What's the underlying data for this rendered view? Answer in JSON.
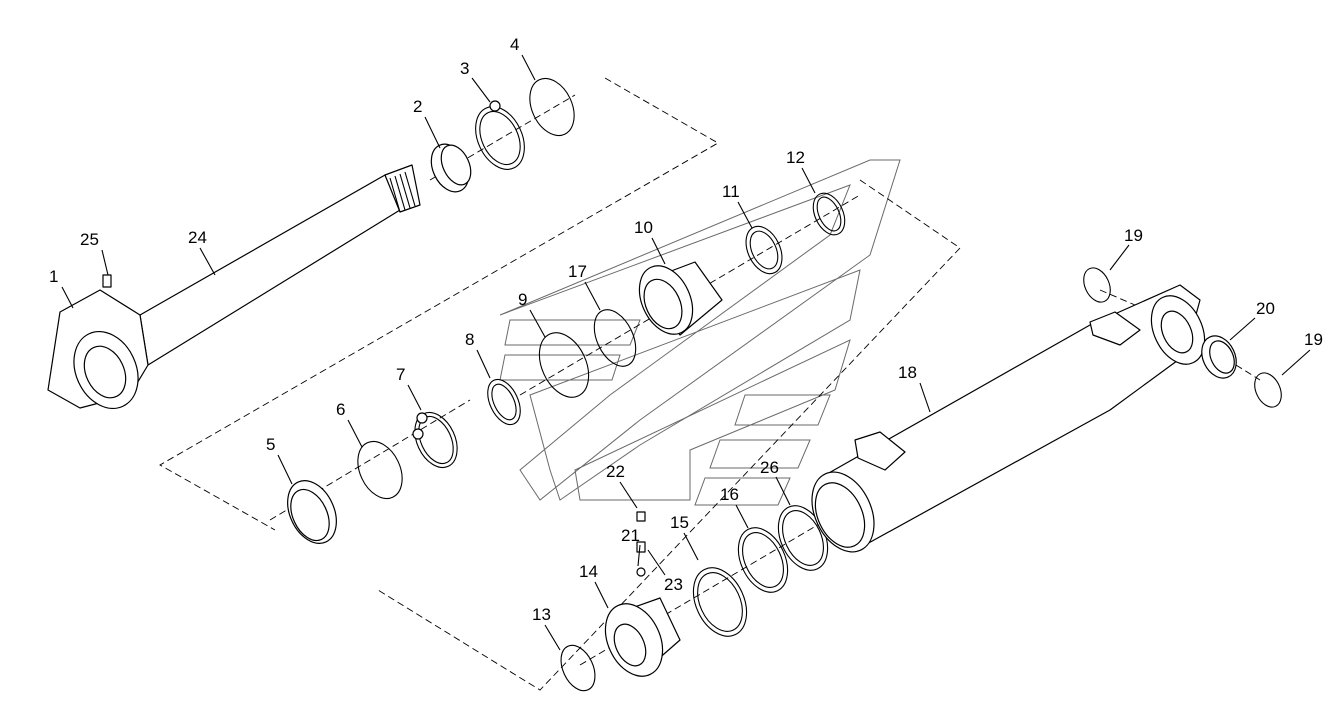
{
  "callouts": [
    {
      "id": "1",
      "label": "1"
    },
    {
      "id": "2",
      "label": "2"
    },
    {
      "id": "3",
      "label": "3"
    },
    {
      "id": "4",
      "label": "4"
    },
    {
      "id": "5",
      "label": "5"
    },
    {
      "id": "6",
      "label": "6"
    },
    {
      "id": "7",
      "label": "7"
    },
    {
      "id": "8",
      "label": "8"
    },
    {
      "id": "9",
      "label": "9"
    },
    {
      "id": "10",
      "label": "10"
    },
    {
      "id": "11",
      "label": "11"
    },
    {
      "id": "12",
      "label": "12"
    },
    {
      "id": "13",
      "label": "13"
    },
    {
      "id": "14",
      "label": "14"
    },
    {
      "id": "15",
      "label": "15"
    },
    {
      "id": "16",
      "label": "16"
    },
    {
      "id": "17",
      "label": "17"
    },
    {
      "id": "18",
      "label": "18"
    },
    {
      "id": "19a",
      "label": "19"
    },
    {
      "id": "19b",
      "label": "19"
    },
    {
      "id": "20",
      "label": "20"
    },
    {
      "id": "21",
      "label": "21"
    },
    {
      "id": "22",
      "label": "22"
    },
    {
      "id": "23",
      "label": "23"
    },
    {
      "id": "24",
      "label": "24"
    },
    {
      "id": "25",
      "label": "25"
    },
    {
      "id": "26",
      "label": "26"
    }
  ]
}
